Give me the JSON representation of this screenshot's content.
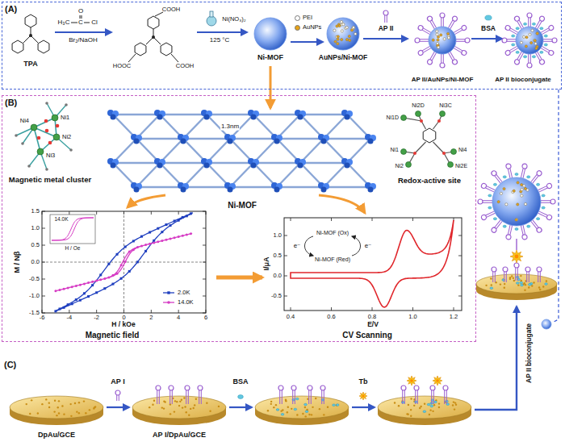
{
  "diagram": {
    "nodes": [
      {
        "text": [
          "(A)"
        ]
      },
      {
        "text": [
          "(B)"
        ]
      },
      {
        "text": [
          "Magnetic field"
        ],
        "in": 1
      },
      {
        "text": [
          "CV Scanning"
        ],
        "in": 1
      }
    ],
    "edges": [
      {
        "from": 2,
        "to": 3,
        "arrow": "to"
      }
    ],
    "labels": [
      "TPA",
      "H₃C",
      "C",
      "Cl",
      "O",
      "Br₂/NaOH",
      "COOH",
      "HOOC",
      "COOH",
      "Ni(NO₃)₂",
      "125 °C",
      "Ni-MOF",
      "AuNPs/Ni-MOF",
      "AP II",
      "AP II/AuNPs/Ni-MOF",
      "BSA",
      "AP II bioconjugate",
      "Magnetic metal cluster",
      "Ni1",
      "Ni2",
      "Ni4",
      "Ni3",
      "1.3nm",
      "Ni-MOF",
      "Redox-active site",
      "Ni2D",
      "Ni3C",
      "Ni1D",
      "Ni1",
      "Ni2",
      "Ni4",
      "Ni2E",
      "M / Nβ",
      "1.5",
      "1.0",
      "0.5",
      "0.0",
      "-0.5",
      "-1.0",
      "-1.5",
      "-6",
      "-4",
      "-2",
      "0",
      "2",
      "4",
      "6",
      "H / kOe",
      "14.0K",
      "H / Oe",
      "I/μA",
      "1.0",
      "0.5",
      "0.0",
      "-0.5",
      "0.4",
      "0.6",
      "0.8",
      "1.0",
      "1.2",
      "E/V",
      "Ni-MOF (Ox)",
      "Ni-MOF (Red)",
      "e⁻",
      "e⁻",
      "(C)",
      "DpAu/GCE",
      "AP I",
      "AP I/DpAu/GCE",
      "BSA",
      "Tb",
      "AP II bioconjugate"
    ],
    "legend": [
      {
        "text": "PEI",
        "color": "#ffffff"
      },
      {
        "text": "AuNPs",
        "color": "#e8a317"
      },
      {
        "text": "2.0K"
      },
      {
        "text": "14.0K"
      }
    ]
  }
}
